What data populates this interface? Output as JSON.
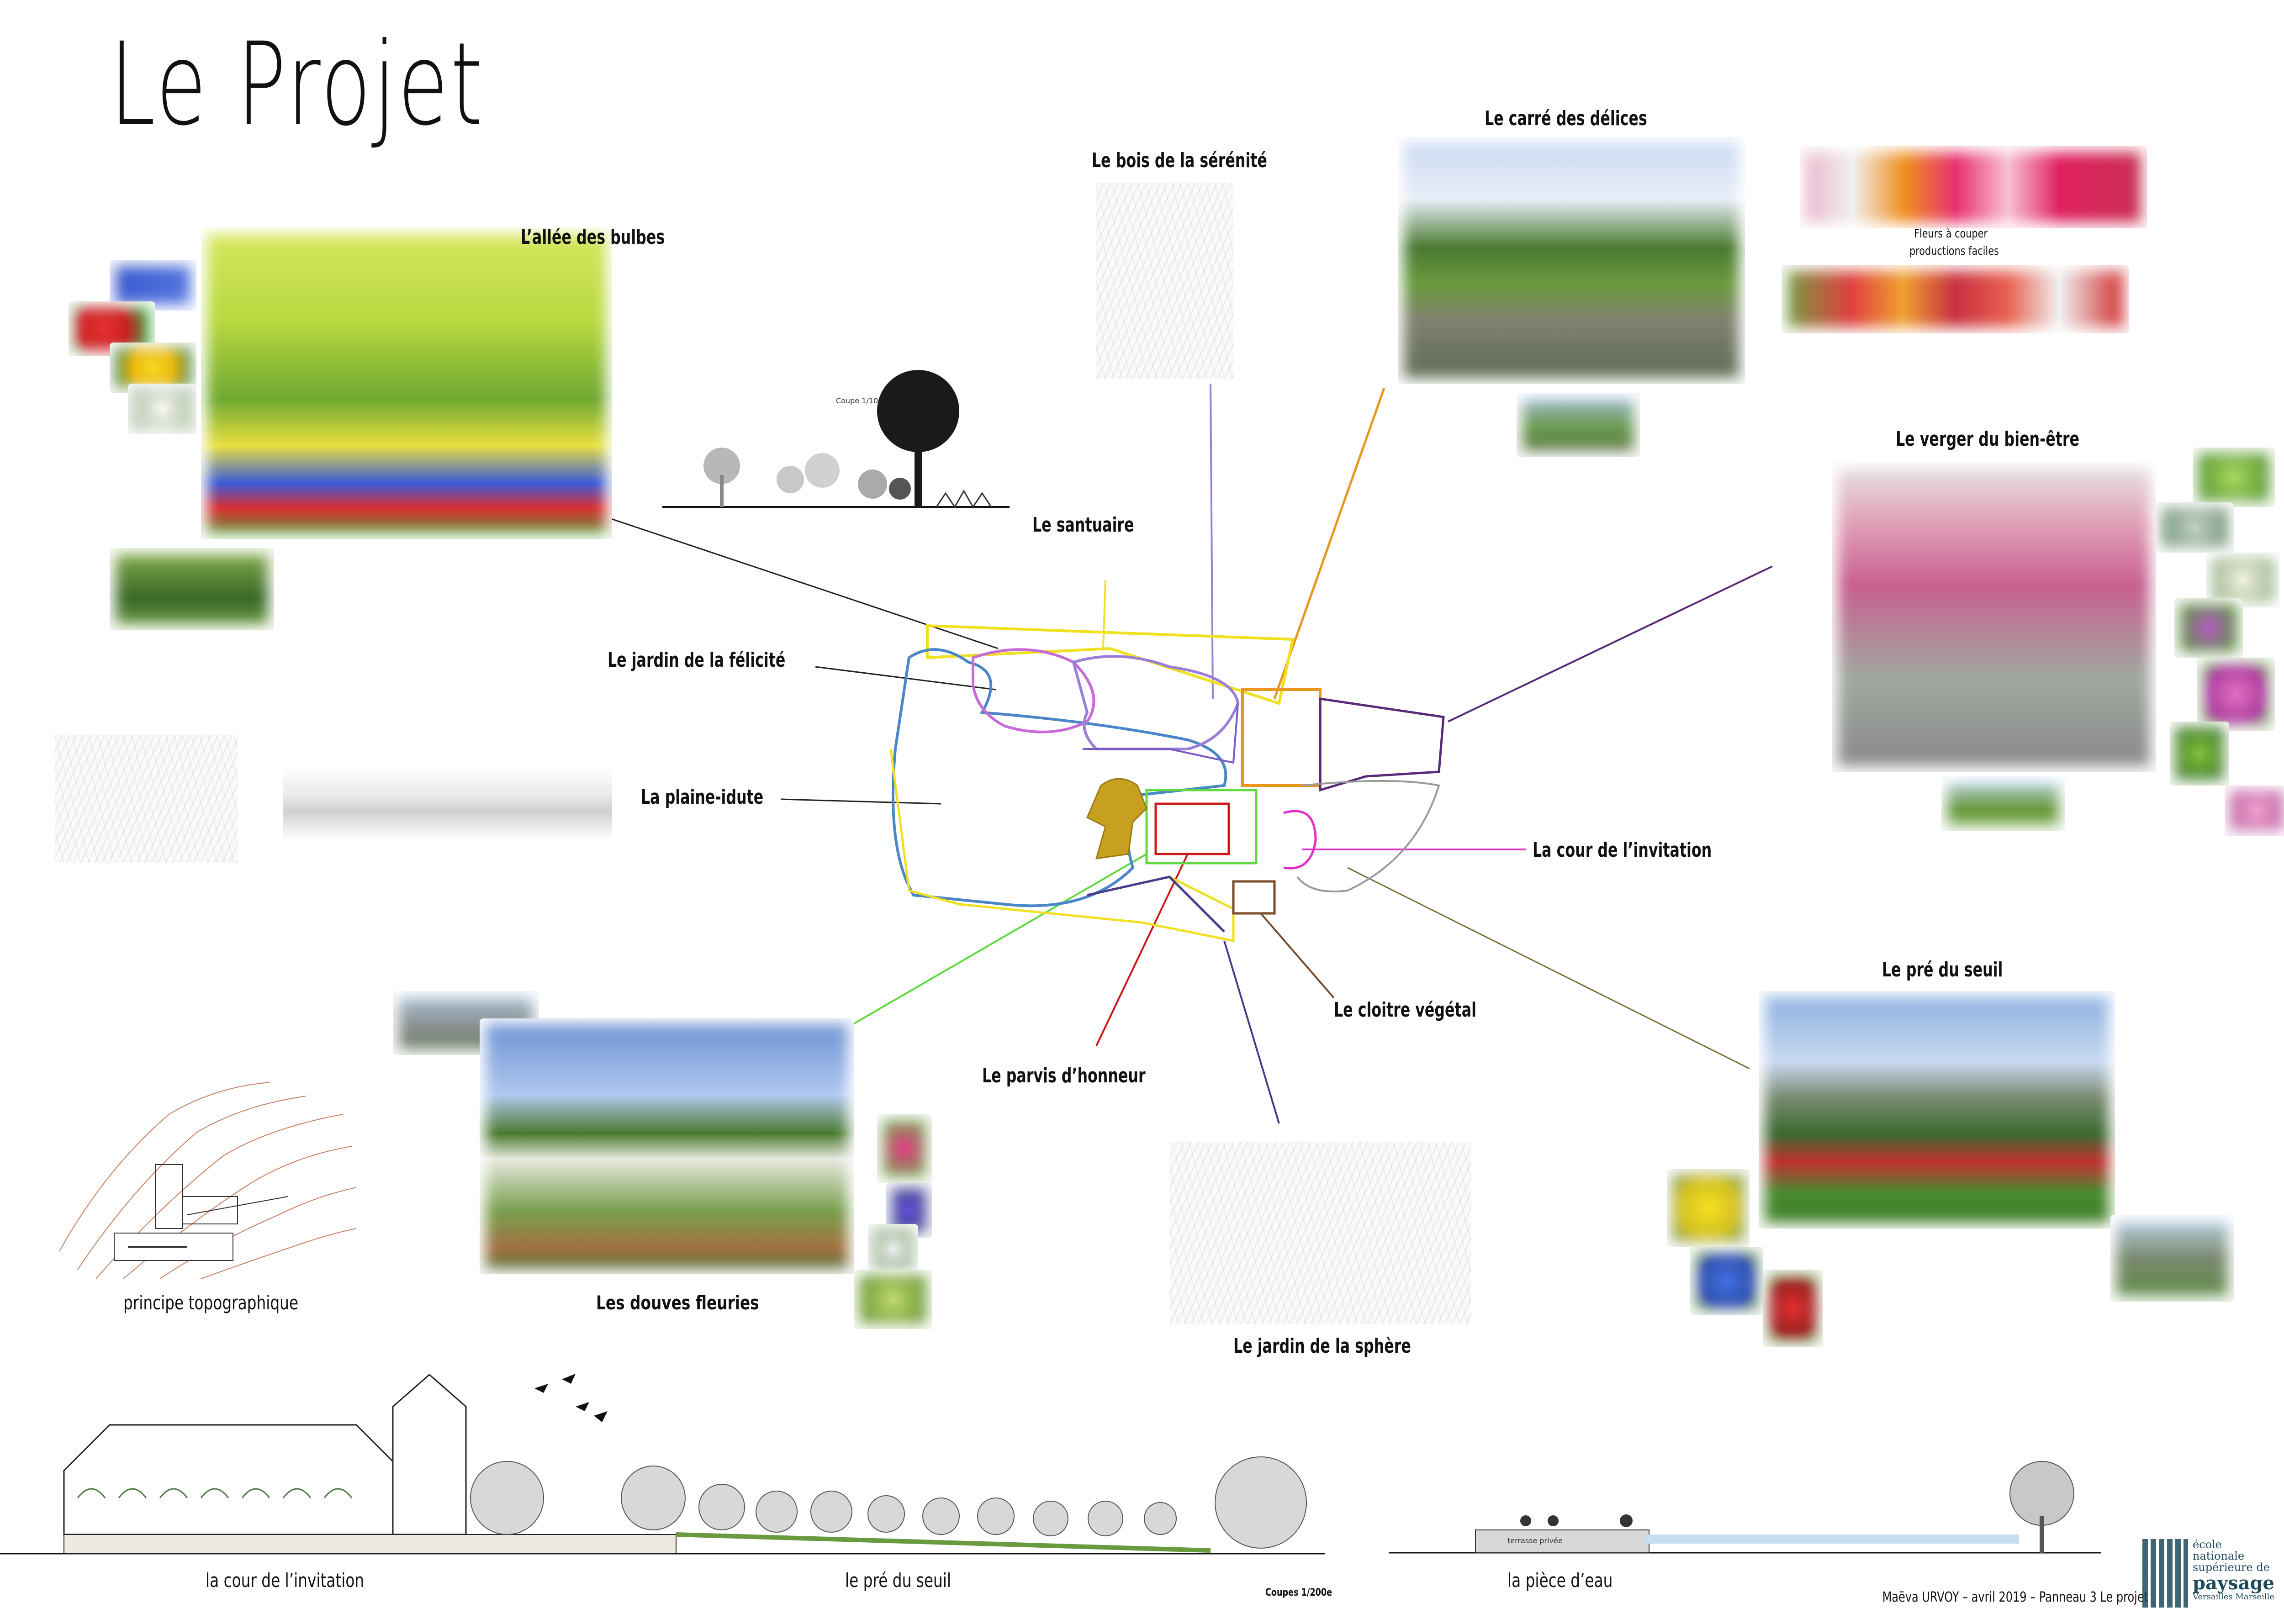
{
  "title": "Le Projet",
  "labels": {
    "allee": "L’allée des bulbes",
    "bois": "Le bois de la sérénité",
    "carre": "Le carré des délices",
    "verger": "Le verger du bien-être",
    "santuaire": "Le santuaire",
    "felicite": "Le jardin de la félicité",
    "plaine": "La plaine-idute",
    "cour": "La cour de l’invitation",
    "cloitre": "Le cloitre végétal",
    "parvis": "Le parvis d’honneur",
    "pre": "Le pré du seuil",
    "douves": "Les douves fleuries",
    "sphere": "Le jardin de la sphère",
    "topo": "principe topographique"
  },
  "notes": {
    "coupe_small": "Coupe 1/100e",
    "fleurs_line1": "Fleurs à couper",
    "fleurs_line2": "productions faciles"
  },
  "section": {
    "cour_caption": "la cour de l’invitation",
    "pre_caption": "le pré du seuil",
    "piece_caption": "la pièce d’eau",
    "scale": "Coupes 1/200e",
    "terrasse": "terrasse privée"
  },
  "footer": {
    "text": "Maëva URVOY – avril 2019 – Panneau 3 Le projet"
  },
  "logo": {
    "line1": "école",
    "line2": "nationale",
    "line3": "supérieure de",
    "line4": "paysage",
    "line5": "Versailles Marseille"
  },
  "colors": {
    "felicite": "#c86bd8",
    "bois": "#9b7fd6",
    "carre": "#e8961e",
    "verger": "#5a2a7a",
    "santuaire": "#f0e020",
    "plaine": "#4a86c8",
    "cour": "#e030c8",
    "cloitre": "#7a4a2a",
    "parvis": "#c81818",
    "pre": "#7a6a3a",
    "douves": "#60d840",
    "sphere": "#4a3a8a",
    "allee": "#222222"
  }
}
